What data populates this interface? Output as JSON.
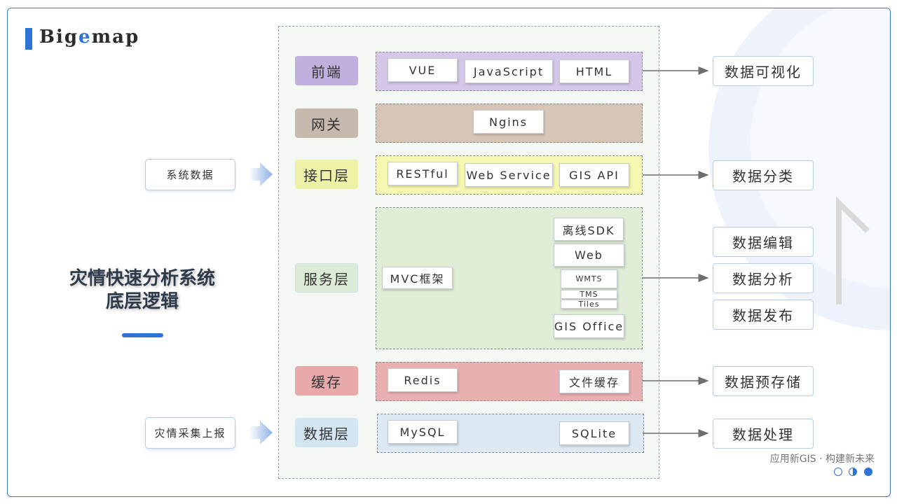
{
  "brand": {
    "prefix": "Big",
    "accent": "e",
    "suffix": "map",
    "accent_color": "#2d74d6"
  },
  "title": {
    "line1": "灾情快速分析系统",
    "line2": "底层逻辑"
  },
  "layers": [
    {
      "label": "前端",
      "label_color": "#bfb0dd",
      "band_color": "#d4c7e7",
      "chips": [
        "VUE",
        "JavaScript",
        "HTML"
      ]
    },
    {
      "label": "网关",
      "label_color": "#c6b9ad",
      "band_color": "#d7c6b8",
      "chips": [
        "Ngins"
      ]
    },
    {
      "label": "接口层",
      "label_color": "#eef2a6",
      "band_color": "#f6f7b0",
      "chips": [
        "RESTful",
        "Web Service",
        "GIS API"
      ]
    },
    {
      "label": "服务层",
      "label_color": "#dcebd6",
      "band_color": "#dfedd6",
      "chips": [
        "MVC框架",
        "离线SDK",
        "Web",
        "WMTS",
        "TMS",
        "Tiles",
        "GIS Office"
      ]
    },
    {
      "label": "缓存",
      "label_color": "#e7a9a9",
      "band_color": "#e8b0b0",
      "chips": [
        "Redis",
        "文件缓存"
      ]
    },
    {
      "label": "数据层",
      "label_color": "#d5e6f3",
      "band_color": "#dce9f3",
      "chips": [
        "MySQL",
        "SQLite"
      ]
    }
  ],
  "outputs": [
    "数据可视化",
    "数据分类",
    "数据编辑",
    "数据分析",
    "数据发布",
    "数据预存储",
    "数据处理"
  ],
  "inputs": [
    "系统数据",
    "灾情采集上报"
  ],
  "tagline": "应用新GIS · 构建新未来",
  "colors": {
    "accent": "#2d74d6",
    "frame": "#3a78c9",
    "arrow": "#6d6d6d"
  }
}
